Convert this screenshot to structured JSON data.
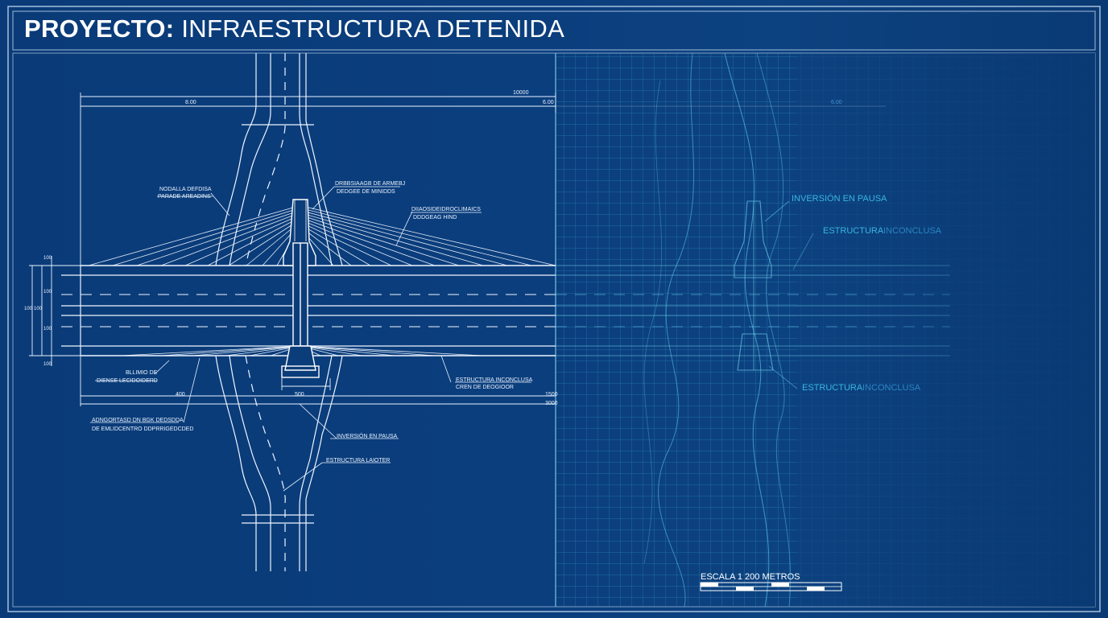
{
  "title": {
    "bold": "PROYECTO:",
    "rest": "INFRAESTRUCTURA DETENIDA"
  },
  "dimensions": {
    "top_span": "10000",
    "top_left": "8.00",
    "top_mid": "6.00",
    "top_right_faded": "6.00",
    "bottom_left": "400",
    "bottom_center": "500",
    "bottom_right_a": "1500",
    "bottom_right_b": "3000",
    "left_ticks": [
      "100",
      "100",
      "100",
      "100",
      "100",
      "100"
    ]
  },
  "callouts": {
    "upper_left": [
      "NODALLA DEFDISA",
      "PARADE AREADINS"
    ],
    "upper_center": [
      "DRBBSIAAGB DE ARMEBJ",
      "DEDGEE DE MINIDDS"
    ],
    "upper_right": [
      "DIIAOSIDEIDROCLIMAICS",
      "DDDGEAG HIND"
    ],
    "lower_left_a": [
      "BLLIMIO DE",
      "DIENSE LECIDOIDERD"
    ],
    "lower_left_b": [
      "ADNGORTASD DN BGK DEDSDDA",
      "DE EMLIDCENTRO DDPRRIGEDCDED"
    ],
    "lower_right": [
      "ESTRUCTURA INCONCLUSA",
      "CREN DE DEOGIOOR"
    ],
    "lower_center_a": [
      "INVERSIÓN EN PAUSA"
    ],
    "lower_center_b": [
      "ESTRUCTURA LAIOTER"
    ]
  },
  "overlay_labels": {
    "inversion": "INVERSIÓN EN PAUSA",
    "estructura_top_a": "ESTRUCTURA",
    "estructura_top_b": "INCONCLUSA",
    "estructura_bot_a": "ESTRUCTURA",
    "estructura_bot_b": "INCONCLUSA"
  },
  "scale_bar": {
    "label": "ESCALA 1 200 METROS"
  },
  "colors": {
    "background": "#0b3d7a",
    "linework": "#e8f2ff",
    "grid": "#3fb3d9",
    "overlay_text": "#39b6e0",
    "overlay_text_faded": "#2b86c0"
  }
}
